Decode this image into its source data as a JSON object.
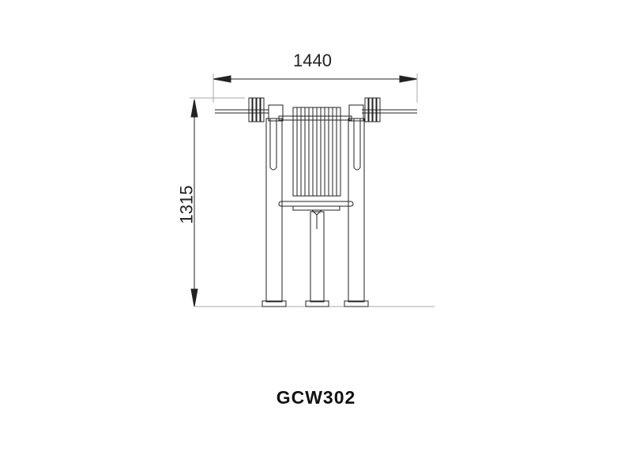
{
  "dimensions": {
    "width": "1440",
    "height": "1315"
  },
  "model": "GCW302"
}
